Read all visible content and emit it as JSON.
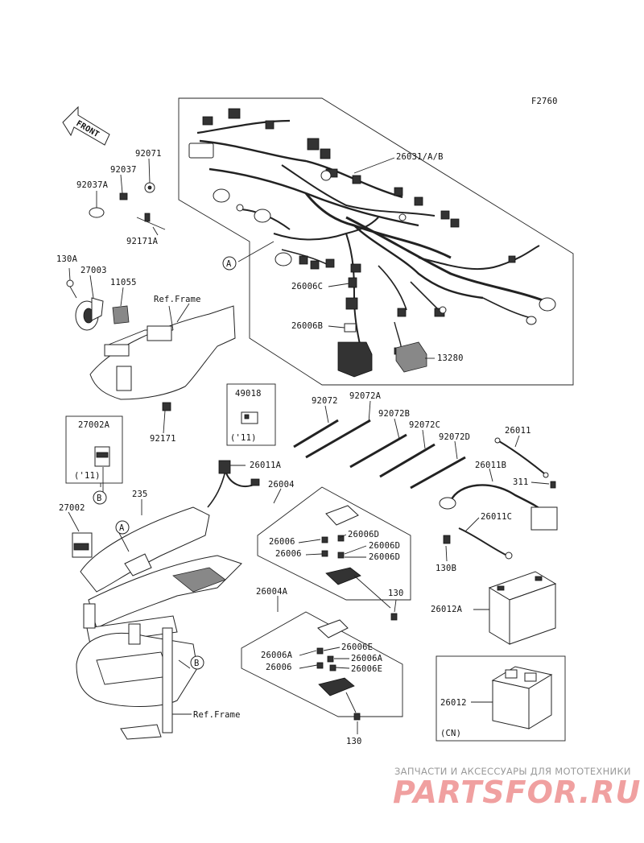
{
  "figure_code": "F2760",
  "front_label": "FRONT",
  "labels": {
    "l26031": "26031/A/B",
    "l92071": "92071",
    "l92037": "92037",
    "l92037A": "92037A",
    "l92171A": "92171A",
    "l130A": "130A",
    "l27003": "27003",
    "l11055": "11055",
    "refframe1": "Ref.Frame",
    "l26006C": "26006C",
    "l26006B": "26006B",
    "l13280": "13280",
    "l92171": "92171",
    "l49018": "49018",
    "l11a": "('11)",
    "l92072": "92072",
    "l92072A": "92072A",
    "l92072B": "92072B",
    "l92072C": "92072C",
    "l92072D": "92072D",
    "l26011": "26011",
    "l27002A": "27002A",
    "l11b": "('11)",
    "l26011A": "26011A",
    "l26011B": "26011B",
    "l311": "311",
    "l26004": "26004",
    "l235": "235",
    "l27002": "27002",
    "l26006a": "26006",
    "l26006D1": "26006D",
    "l26006D2": "26006D",
    "l26006b": "26006",
    "l26006D3": "26006D",
    "l26011C": "26011C",
    "l130B": "130B",
    "l130_1": "130",
    "l26012A": "26012A",
    "l26004A": "26004A",
    "l26006A1": "26006A",
    "l26006E1": "26006E",
    "l26006A2": "26006A",
    "l26006c": "26006",
    "l26006E2": "26006E",
    "refframe2": "Ref.Frame",
    "l130_2": "130",
    "l26012": "26012",
    "lCN": "(CN)"
  },
  "callouts": {
    "A": "A",
    "B": "B"
  },
  "watermark": {
    "tagline": "ЗАПЧАСТИ И АКСЕССУАРЫ ДЛЯ МОТОТЕХНИКИ",
    "brand": "PARTSFOR.RU"
  },
  "colors": {
    "line": "#222222",
    "watermark": "#f0a0a0"
  }
}
